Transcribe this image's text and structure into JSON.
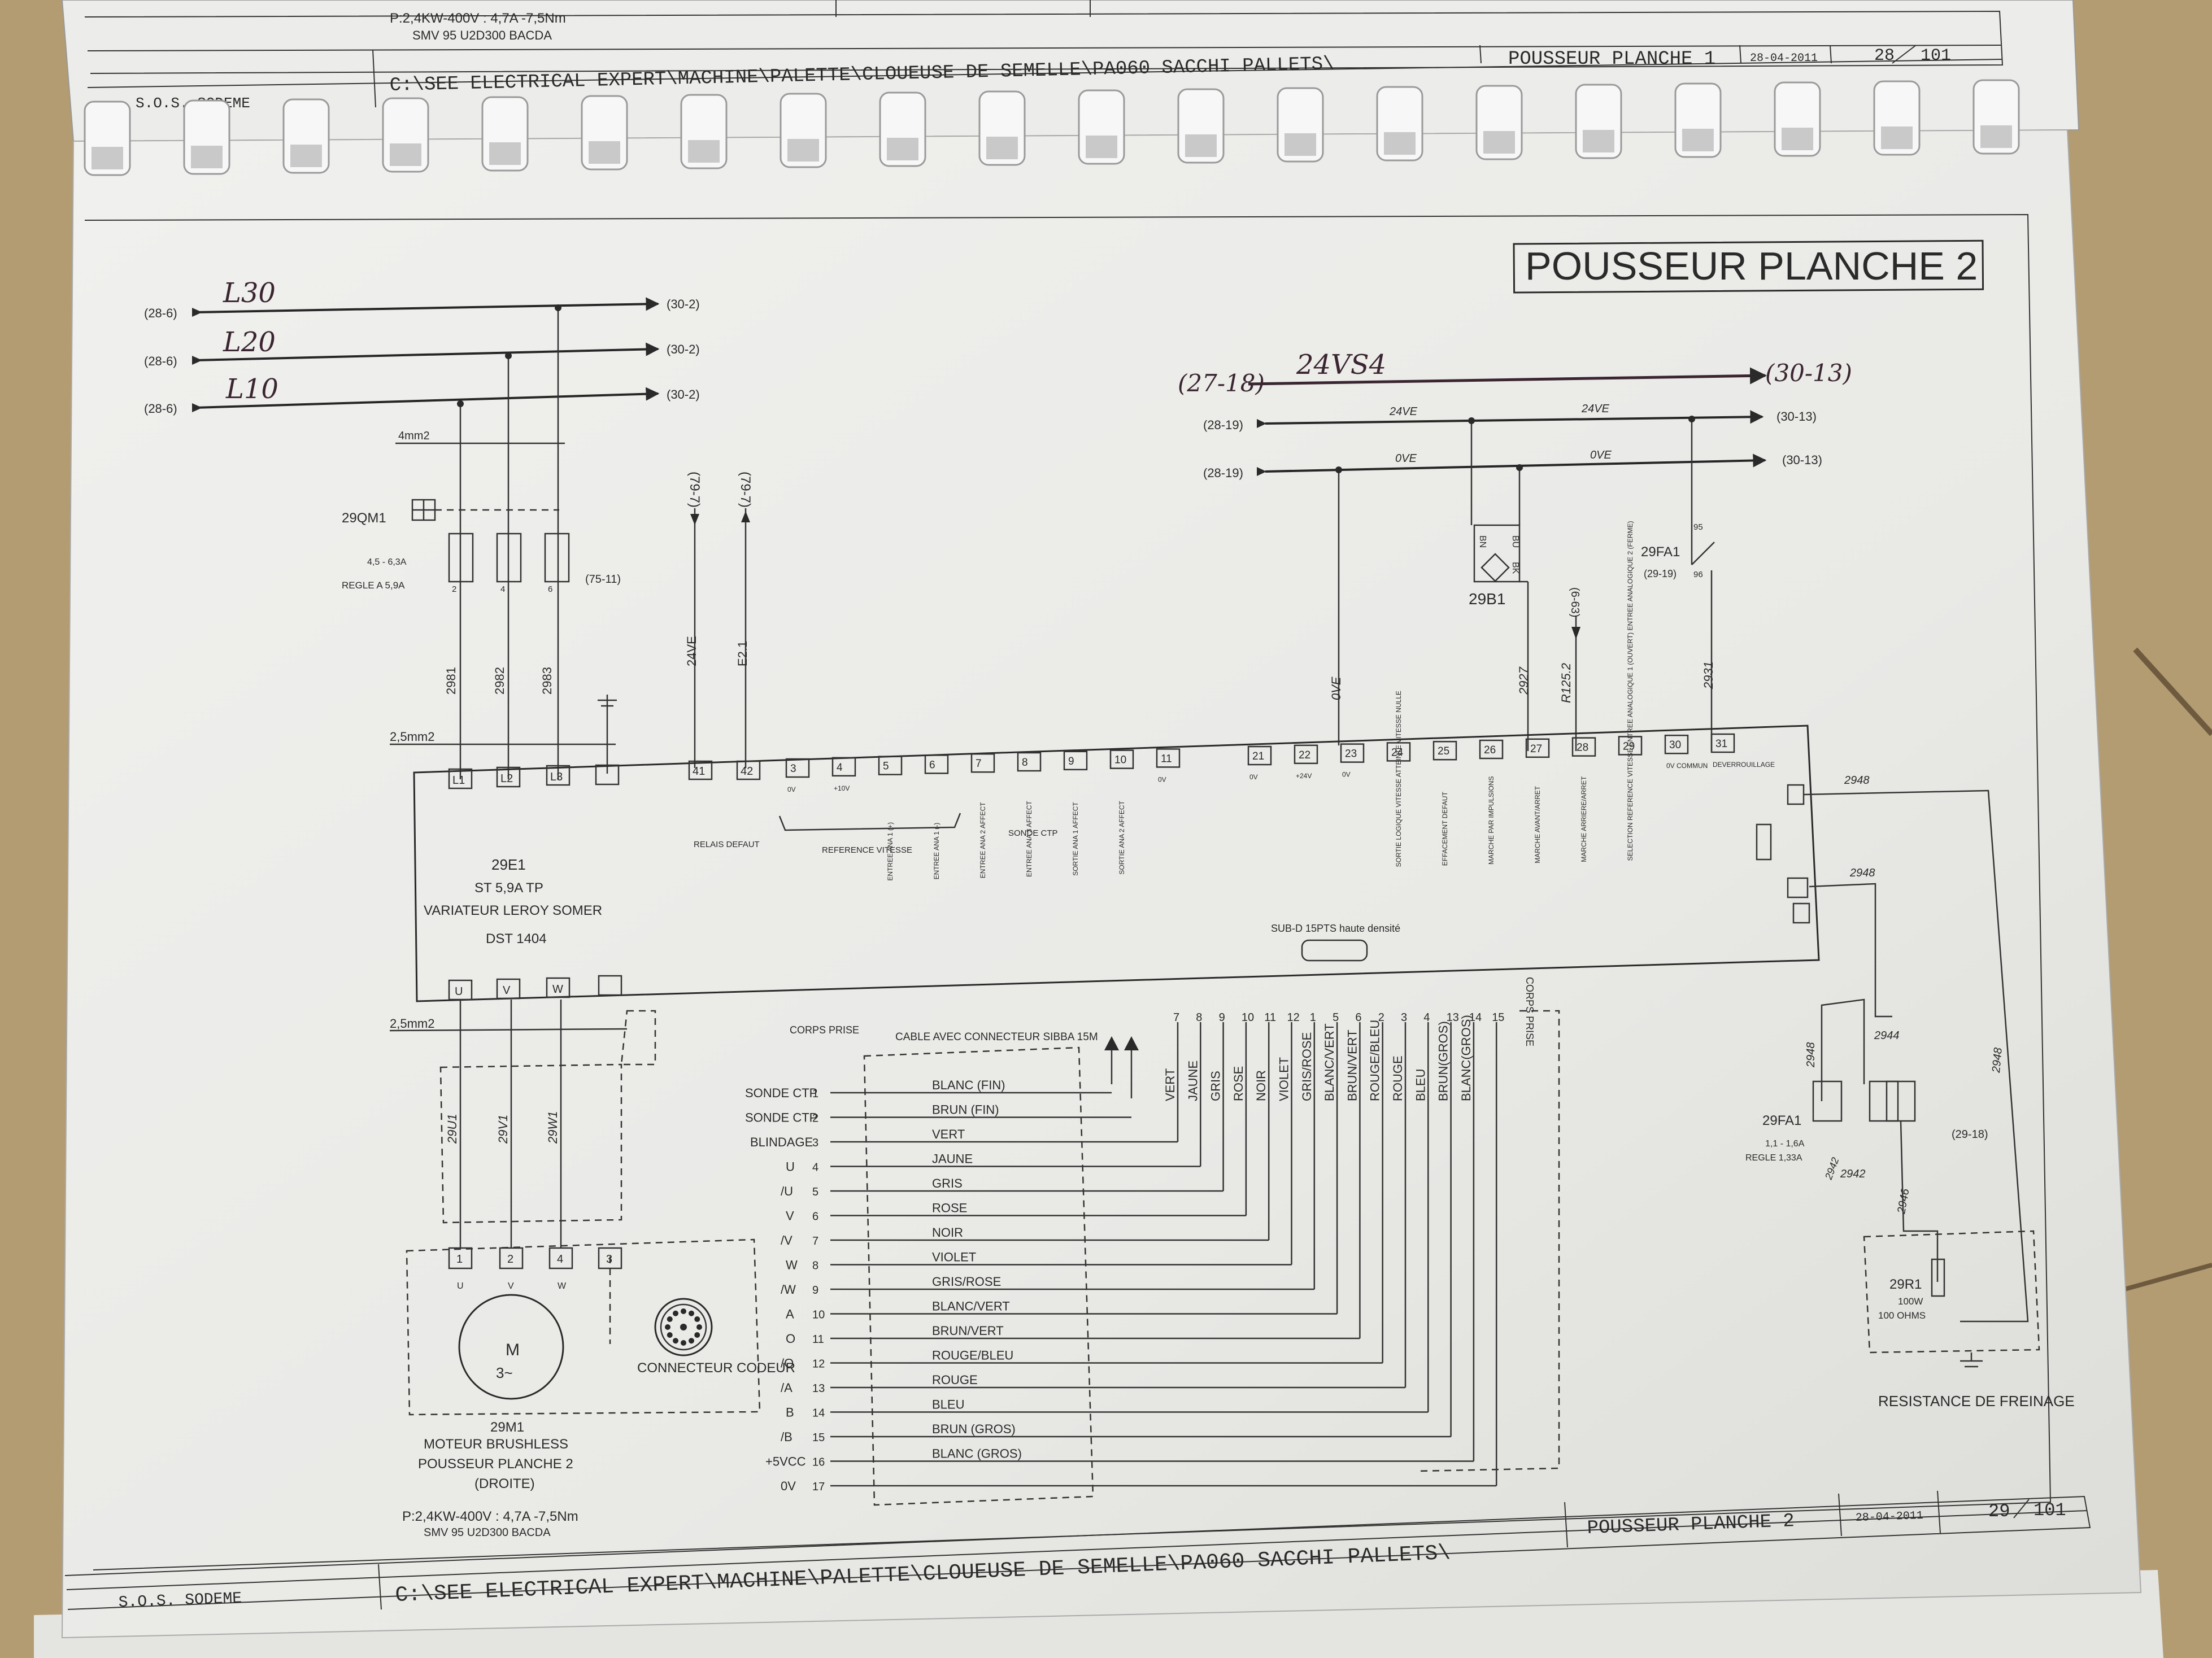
{
  "top_page": {
    "motor_rating": "P:2,4KW-400V : 4,7A -7,5Nm",
    "motor_ref": "SMV 95 U2D300 BACDA",
    "company": "S.O.S. SODEME",
    "path": "C:\\SEE ELECTRICAL EXPERT\\MACHINE\\PALETTE\\CLOUEUSE DE SEMELLE\\PA060 SACCHI PALLETS\\",
    "sheet_title": "POUSSEUR PLANCHE 1",
    "date": "28-04-2011",
    "page": "28",
    "total": "101"
  },
  "sheet": {
    "title": "POUSSEUR PLANCHE 2",
    "company": "S.O.S. SODEME",
    "path": "C:\\SEE ELECTRICAL EXPERT\\MACHINE\\PALETTE\\CLOUEUSE DE SEMELLE\\PA060 SACCHI PALLETS\\",
    "footer_title": "POUSSEUR PLANCHE 2",
    "date": "28-04-2011",
    "page": "29",
    "total": "101"
  },
  "power": {
    "lines": [
      {
        "ref_in": "(28-6)",
        "hand": "L30",
        "ref_out": "(30-2)"
      },
      {
        "ref_in": "(28-6)",
        "hand": "L20",
        "ref_out": "(30-2)"
      },
      {
        "ref_in": "(28-6)",
        "hand": "L10",
        "ref_out": "(30-2)"
      }
    ],
    "section_top": "4mm2",
    "breaker": {
      "id": "29QM1",
      "range": "4,5 - 6,3A",
      "setting": "REGLE A 5,9A",
      "ref": "(75-11)",
      "terminals": [
        "2",
        "4",
        "6"
      ]
    },
    "wires": [
      "2981",
      "2982",
      "2983"
    ],
    "section_mid": "2,5mm2",
    "section_bottom": "2,5mm2",
    "relay_refs": [
      "(79-7)",
      "(79-7)"
    ],
    "relay_wires": [
      "24VE",
      "E2.1"
    ]
  },
  "supply_24v": {
    "hand_label": "24VS4",
    "hand_ref_in": "(27-18)",
    "hand_ref_out": "(30-13)",
    "rails": [
      {
        "ref_in": "(28-19)",
        "label_a": "24VE",
        "label_b": "24VE",
        "ref_out": "(30-13)"
      },
      {
        "ref_in": "(28-19)",
        "label_a": "0VE",
        "label_b": "0VE",
        "ref_out": "(30-13)"
      }
    ],
    "sensor": {
      "id": "29B1",
      "pins": [
        "BN",
        "BU",
        "BK"
      ]
    },
    "fuse": {
      "id": "29FA1",
      "ref": "(29-19)",
      "pins": [
        "95",
        "96"
      ]
    },
    "ref_63": "(6-63)",
    "wires": [
      "0VE",
      "2927",
      "R125.2",
      "2931"
    ]
  },
  "drive": {
    "id": "29E1",
    "model": "ST 5,9A TP",
    "desc": "VARIATEUR LEROY SOMER",
    "code": "DST 1404",
    "subd": "SUB-D 15PTS haute densité",
    "power_terms": [
      "L1",
      "L2",
      "L3"
    ],
    "output_terms": [
      "U",
      "V",
      "W"
    ],
    "relay_terms": [
      "41",
      "42"
    ],
    "relay_label": "RELAIS DEFAUT",
    "ref_group_label": "REFERENCE VITESSE",
    "ctp_group_label": "SONDE CTP",
    "terms_left": [
      {
        "n": "3",
        "label": "0V"
      },
      {
        "n": "4",
        "label": "+10V"
      },
      {
        "n": "5",
        "label": "ENTREE ANA 1 (+)"
      },
      {
        "n": "6",
        "label": "ENTREE ANA 1 (-)"
      },
      {
        "n": "7",
        "label": "ENTREE ANA 2 AFFECT"
      },
      {
        "n": "8",
        "label": "ENTREE ANA 3 AFFECT"
      },
      {
        "n": "9",
        "label": "SORTIE ANA 1 AFFECT"
      },
      {
        "n": "10",
        "label": "SORTIE ANA 2 AFFECT"
      },
      {
        "n": "11",
        "label": "0V"
      }
    ],
    "terms_right": [
      {
        "n": "21",
        "label": "0V"
      },
      {
        "n": "22",
        "label": "+24V"
      },
      {
        "n": "23",
        "label": "0V"
      },
      {
        "n": "24",
        "label": "SORTIE LOGIQUE VITESSE ATTEINTE VITESSE NULLE"
      },
      {
        "n": "25",
        "label": "EFFACEMENT DEFAUT"
      },
      {
        "n": "26",
        "label": "MARCHE PAR IMPULSIONS"
      },
      {
        "n": "27",
        "label": "MARCHE AVANT/ARRET"
      },
      {
        "n": "28",
        "label": "MARCHE ARRIERE/ARRET"
      },
      {
        "n": "29",
        "label": "SELECTION REFERENCE VITESSE ENTREE ANALOGIQUE 1 (OUVERT) ENTREE ANALOGIQUE 2 (FERME)"
      },
      {
        "n": "30",
        "label": "0V COMMUN"
      },
      {
        "n": "31",
        "label": "DEVERROUILLAGE"
      }
    ]
  },
  "braking": {
    "wires_top": [
      "2948",
      "2948"
    ],
    "fuse": {
      "id": "29FA1",
      "range": "1,1 - 1,6A",
      "setting": "REGLE 1,33A",
      "ref": "(29-18)"
    },
    "wires": [
      "2948",
      "2944",
      "2942",
      "2942",
      "2946",
      "2948"
    ],
    "resistor": {
      "id": "29R1",
      "power": "100W",
      "ohms": "100 OHMS"
    },
    "label": "RESISTANCE DE FREINAGE"
  },
  "motor": {
    "wires": [
      "29U1",
      "29V1",
      "29W1"
    ],
    "terms": [
      "1",
      "2",
      "4",
      "3"
    ],
    "term_letters": [
      "U",
      "V",
      "W"
    ],
    "symbol": "M",
    "phase": "3~",
    "id": "29M1",
    "desc1": "MOTEUR BRUSHLESS",
    "desc2": "POUSSEUR PLANCHE 2",
    "desc3": "(DROITE)",
    "rating": "P:2,4KW-400V : 4,7A -7,5Nm",
    "ref": "SMV 95 U2D300 BACDA",
    "encoder": "CONNECTEUR CODEUR"
  },
  "cable": {
    "corps_prise": "CORPS PRISE",
    "title": "CABLE AVEC CONNECTEUR SIBBA 15M",
    "right_label": "CORPS PRISE",
    "rows": [
      {
        "sig": "SONDE CTP",
        "n": "1",
        "color": "BLANC (FIN)"
      },
      {
        "sig": "SONDE CTP",
        "n": "2",
        "color": "BRUN (FIN)"
      },
      {
        "sig": "BLINDAGE",
        "n": "3",
        "color": "VERT"
      },
      {
        "sig": "U",
        "n": "4",
        "color": "JAUNE"
      },
      {
        "sig": "/U",
        "n": "5",
        "color": "GRIS"
      },
      {
        "sig": "V",
        "n": "6",
        "color": "ROSE"
      },
      {
        "sig": "/V",
        "n": "7",
        "color": "NOIR"
      },
      {
        "sig": "W",
        "n": "8",
        "color": "VIOLET"
      },
      {
        "sig": "/W",
        "n": "9",
        "color": "GRIS/ROSE"
      },
      {
        "sig": "A",
        "n": "10",
        "color": "BLANC/VERT"
      },
      {
        "sig": "O",
        "n": "11",
        "color": "BRUN/VERT"
      },
      {
        "sig": "/O",
        "n": "12",
        "color": "ROUGE/BLEU"
      },
      {
        "sig": "/A",
        "n": "13",
        "color": "ROUGE"
      },
      {
        "sig": "B",
        "n": "14",
        "color": "BLEU"
      },
      {
        "sig": "/B",
        "n": "15",
        "color": "BRUN (GROS)"
      },
      {
        "sig": "+5VCC",
        "n": "16",
        "color": "BLANC (GROS)"
      },
      {
        "sig": "0V",
        "n": "17",
        "color": ""
      }
    ],
    "sub_pins": [
      "7",
      "8",
      "9",
      "10",
      "11",
      "12",
      "1",
      "5",
      "6",
      "2",
      "3",
      "4",
      "13",
      "14",
      "15"
    ],
    "sub_colors": [
      "VERT",
      "JAUNE",
      "GRIS",
      "ROSE",
      "NOIR",
      "VIOLET",
      "GRIS/ROSE",
      "BLANC/VERT",
      "BRUN/VERT",
      "ROUGE/BLEU",
      "ROUGE",
      "BLEU",
      "BRUN(GROS)",
      "BLANC(GROS)"
    ]
  },
  "colors": {
    "ink": "#2a2a2a",
    "paper": "#eeeeec",
    "desk": "#b39b72",
    "handwriting": "#3a2530"
  }
}
